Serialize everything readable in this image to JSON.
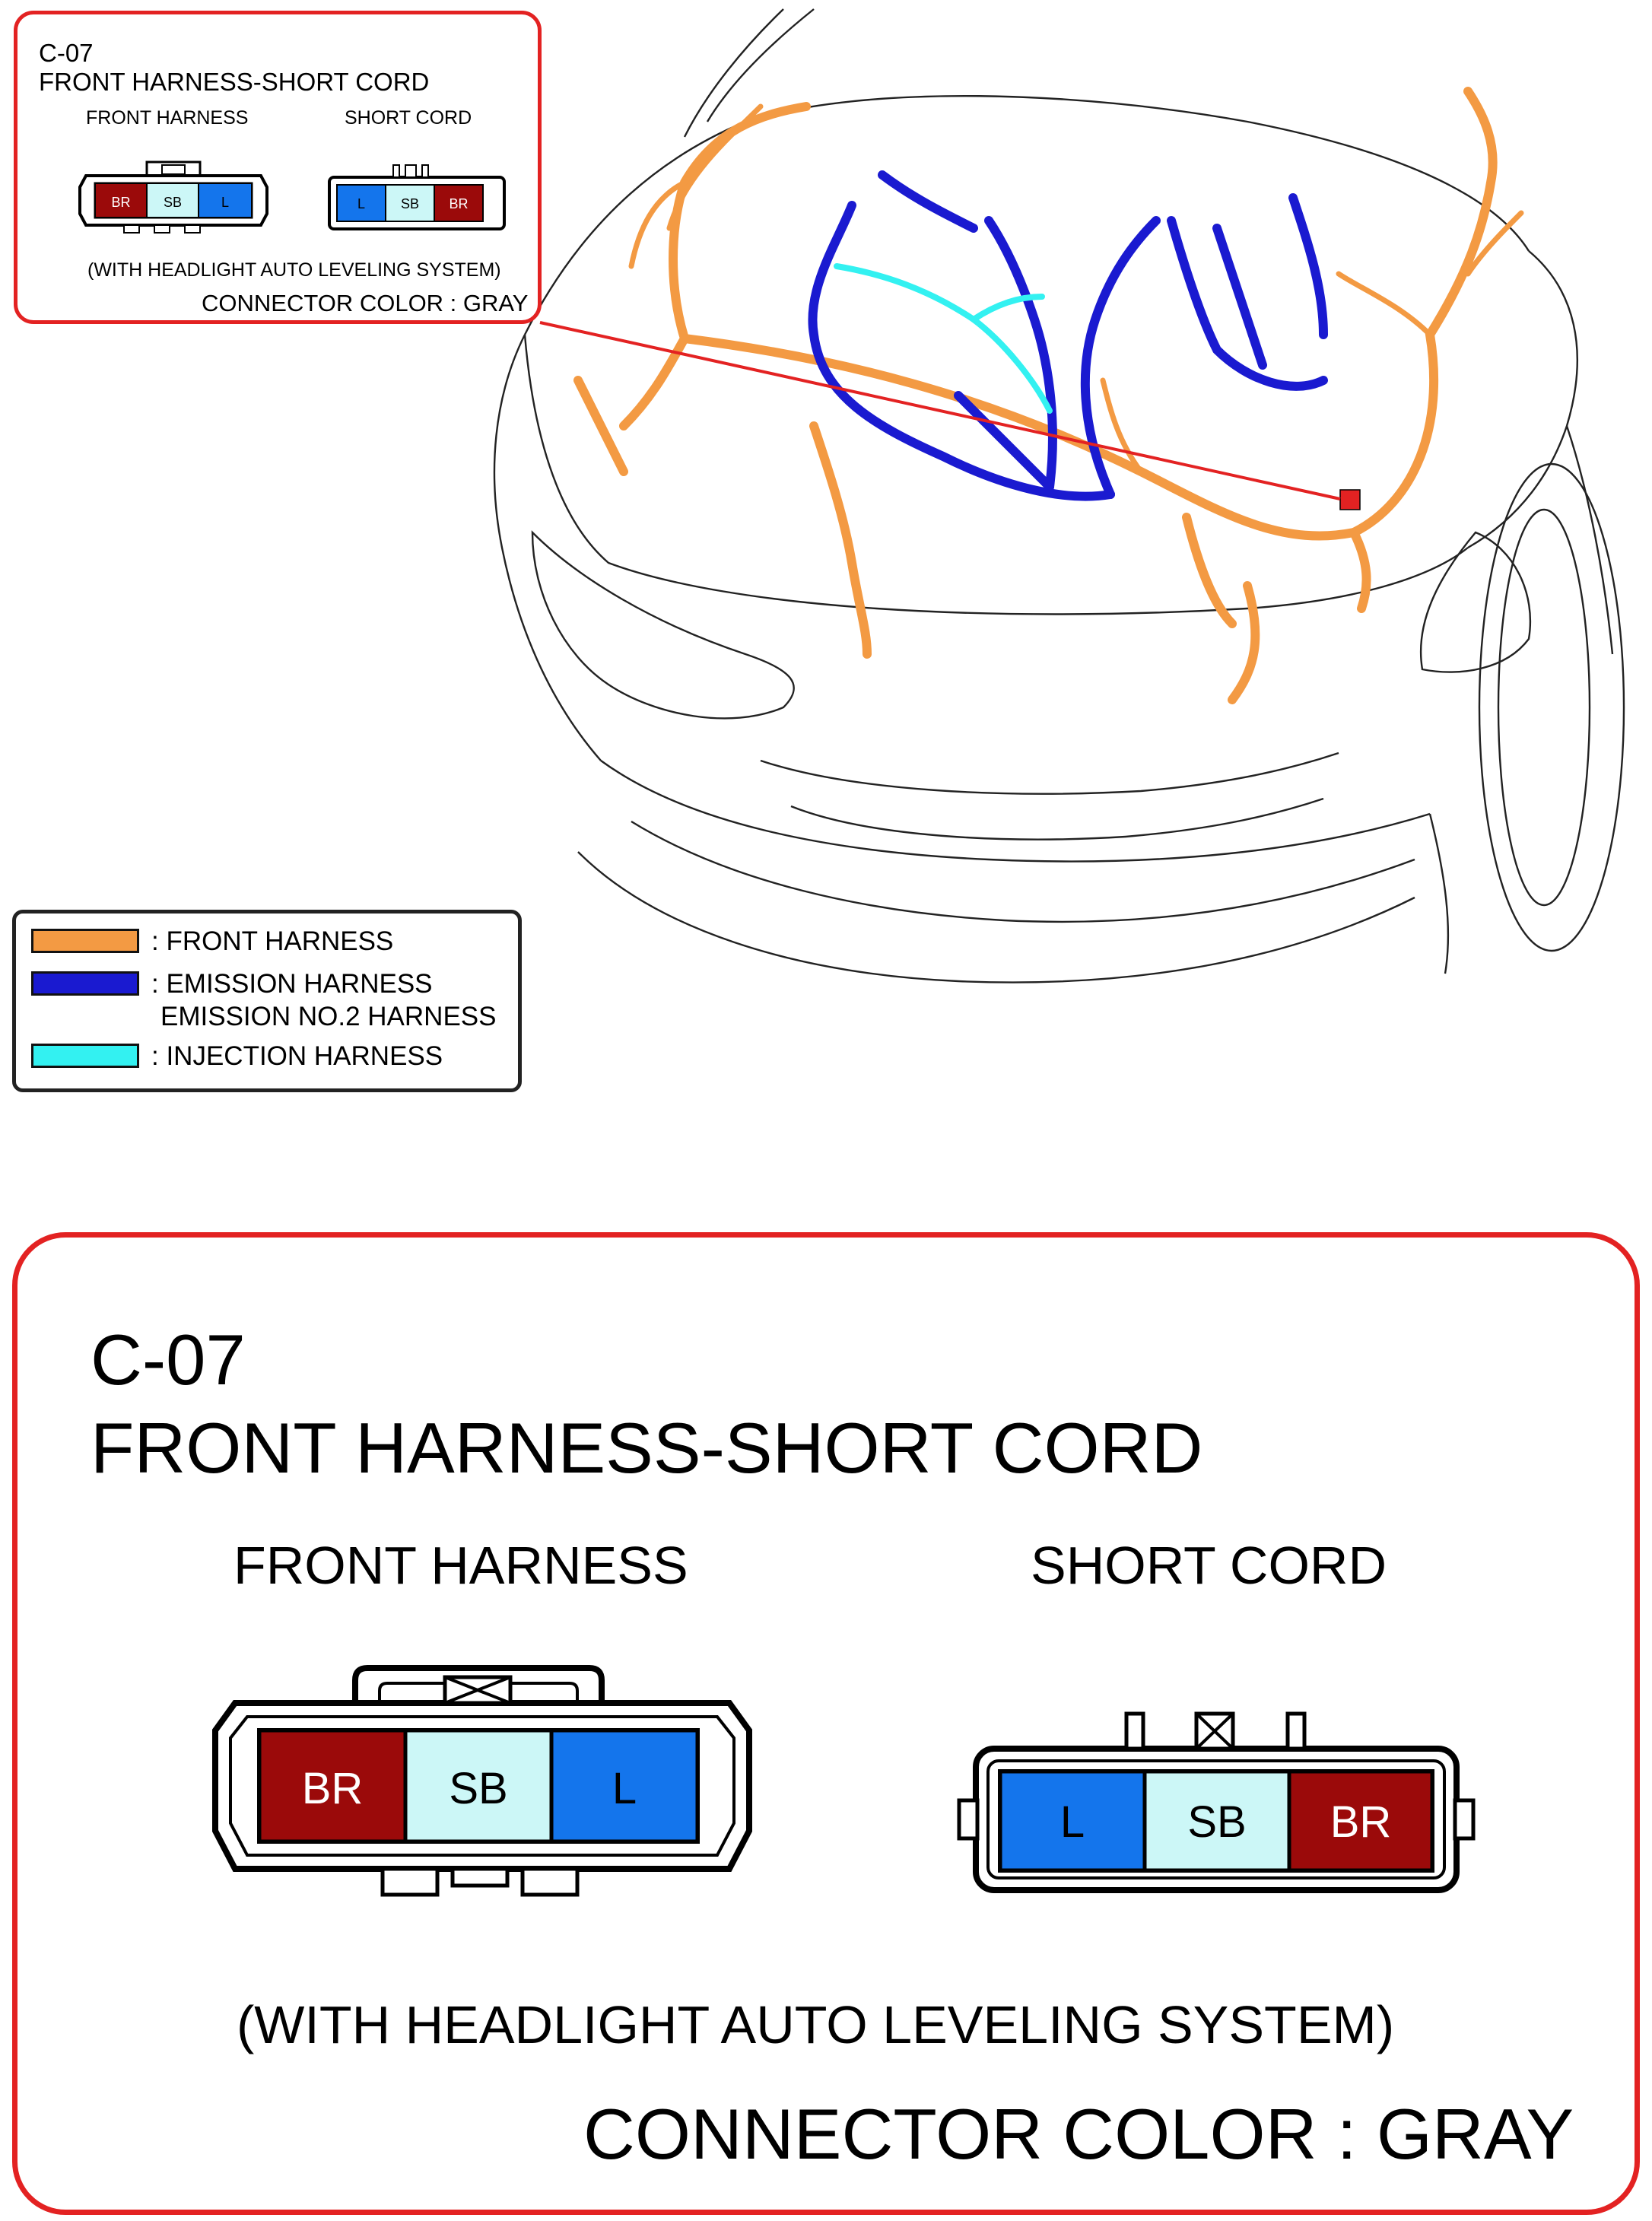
{
  "callout_small": {
    "code": "C-07",
    "title": "FRONT HARNESS-SHORT CORD",
    "left_label": "FRONT HARNESS",
    "right_label": "SHORT CORD",
    "note": "(WITH HEADLIGHT AUTO LEVELING SYSTEM)",
    "connector_color": "CONNECTOR COLOR : GRAY"
  },
  "connector_front_harness": {
    "pins": [
      {
        "label": "BR",
        "color": "#9b0a0a",
        "text_color": "#ffffff"
      },
      {
        "label": "SB",
        "color": "#ccf7f7",
        "text_color": "#000000"
      },
      {
        "label": "L",
        "color": "#1475ec",
        "text_color": "#000000"
      }
    ]
  },
  "connector_short_cord": {
    "pins": [
      {
        "label": "L",
        "color": "#1475ec",
        "text_color": "#000000"
      },
      {
        "label": "SB",
        "color": "#ccf7f7",
        "text_color": "#000000"
      },
      {
        "label": "BR",
        "color": "#9b0a0a",
        "text_color": "#ffffff"
      }
    ]
  },
  "legend": {
    "items": [
      {
        "color": "#f39a43",
        "lines": [
          ": FRONT HARNESS"
        ]
      },
      {
        "color": "#1a1ad0",
        "lines": [
          ": EMISSION HARNESS",
          "EMISSION NO.2 HARNESS"
        ]
      },
      {
        "color": "#33f1f1",
        "lines": [
          ": INJECTION HARNESS"
        ]
      }
    ]
  },
  "callout_large": {
    "code": "C-07",
    "title": "FRONT HARNESS-SHORT CORD",
    "left_label": "FRONT HARNESS",
    "right_label": "SHORT CORD",
    "note": "(WITH HEADLIGHT AUTO LEVELING SYSTEM)",
    "connector_color": "CONNECTOR COLOR : GRAY"
  },
  "colors": {
    "callout_border": "#e32222",
    "front_harness": "#f39a43",
    "emission_harness": "#1a1ad0",
    "injection_harness": "#33f1f1",
    "connector_location_marker": "#e32222"
  }
}
